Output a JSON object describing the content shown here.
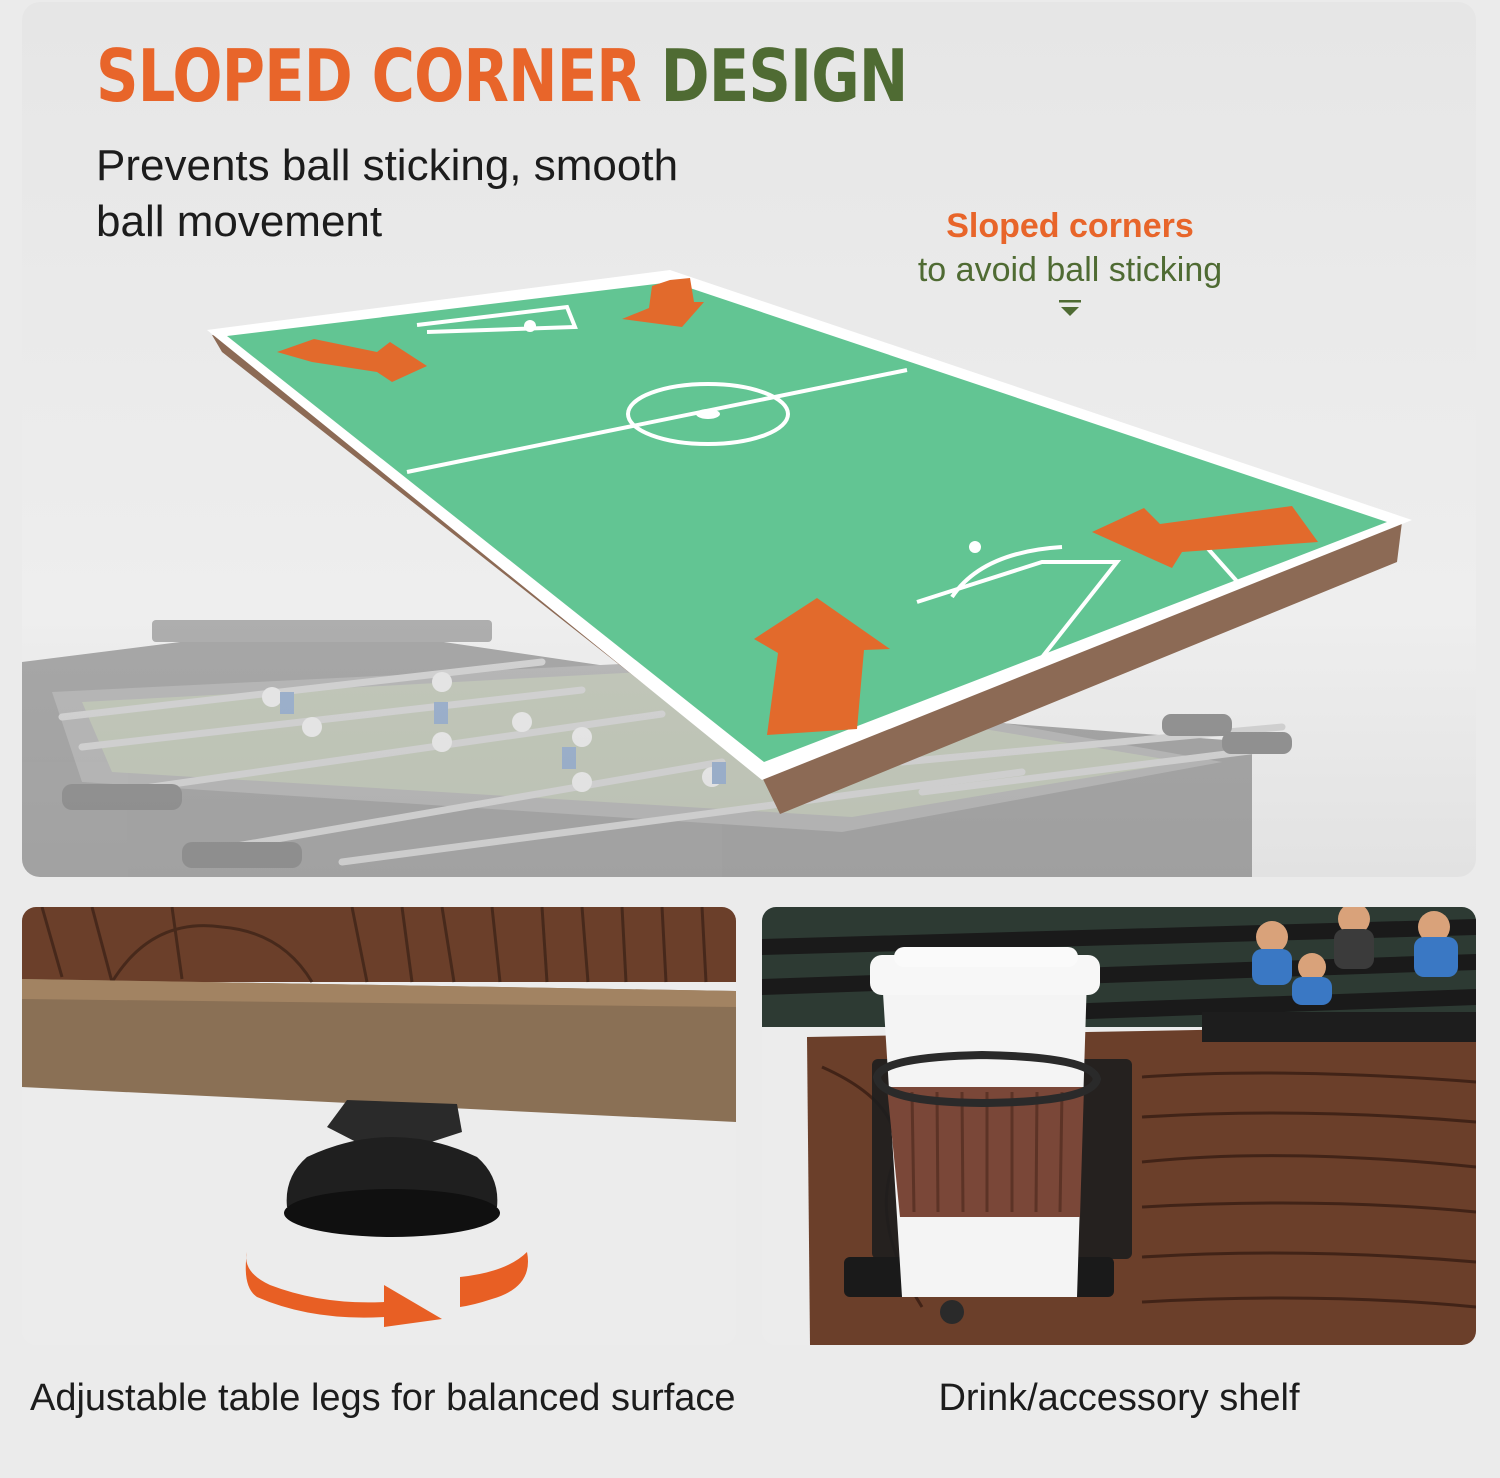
{
  "header": {
    "headline_part1": "SLOPED CORNER",
    "headline_part2": "DESIGN",
    "subtitle": "Prevents ball sticking, smooth ball movement"
  },
  "callout": {
    "title": "Sloped corners",
    "subtitle": "to avoid ball sticking",
    "marker_icon": "double-chevron-down-icon"
  },
  "captions": {
    "left": "Adjustable table legs for balanced surface",
    "right": "Drink/accessory shelf"
  },
  "colors": {
    "accent_orange": "#e8652a",
    "accent_green": "#4f6b33",
    "field_green": "#62c593",
    "wood_brown": "#6b3f2a"
  },
  "icons": {
    "corner_arrows": "orange-arrow-icon",
    "leg_rotation": "rotate-arrow-icon"
  }
}
